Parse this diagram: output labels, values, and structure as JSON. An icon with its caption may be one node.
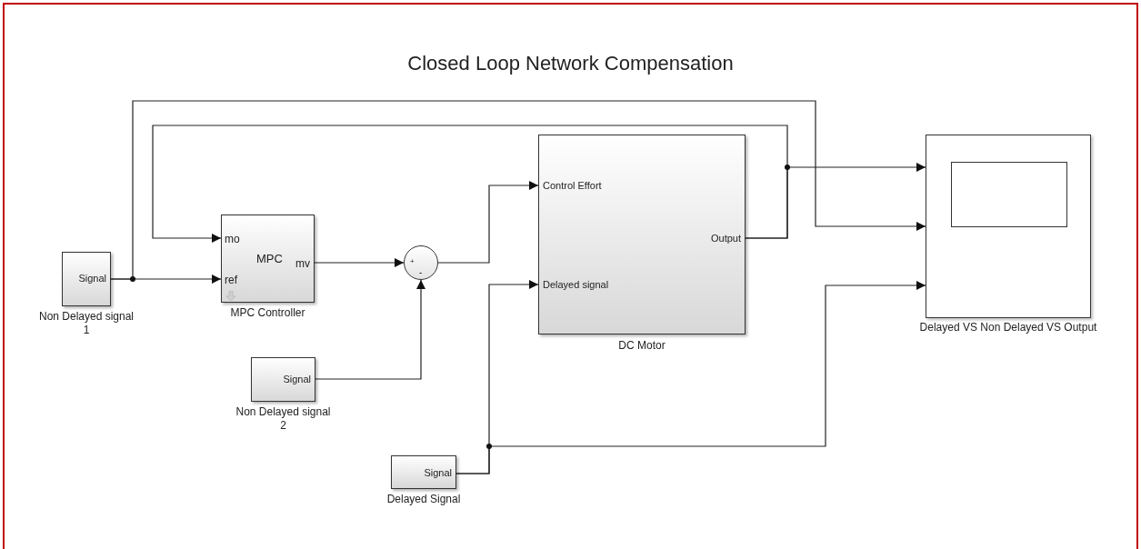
{
  "diagram": {
    "title": "Closed Loop Network Compensation",
    "nodes": [
      {
        "text": [
          "Signal",
          "Non Delayed signal 1"
        ]
      },
      {
        "text": [
          "mo",
          "ref",
          "MPC",
          "mv",
          "MPC Controller"
        ]
      },
      {
        "text": [
          "+",
          "-"
        ]
      },
      {
        "text": [
          "Signal",
          "Non Delayed signal 2"
        ]
      },
      {
        "text": [
          "Control Effort",
          "Delayed signal",
          "Output",
          "DC Motor"
        ]
      },
      {
        "text": [
          "Signal",
          "Delayed Signal"
        ]
      },
      {
        "text": [
          "Delayed VS Non Delayed VS Output"
        ]
      }
    ],
    "edges": [
      {
        "from": 0,
        "to": 1,
        "arrow": "to"
      },
      {
        "from": 0,
        "to": 6,
        "arrow": "to"
      },
      {
        "from": 4,
        "to": 1,
        "arrow": "to"
      },
      {
        "from": 4,
        "to": 6,
        "arrow": "to"
      },
      {
        "from": 1,
        "to": 2,
        "arrow": "to"
      },
      {
        "from": 3,
        "to": 2,
        "arrow": "to"
      },
      {
        "from": 2,
        "to": 4,
        "arrow": "to"
      },
      {
        "from": 5,
        "to": 4,
        "arrow": "to"
      },
      {
        "from": 5,
        "to": 6,
        "arrow": "to"
      }
    ]
  }
}
